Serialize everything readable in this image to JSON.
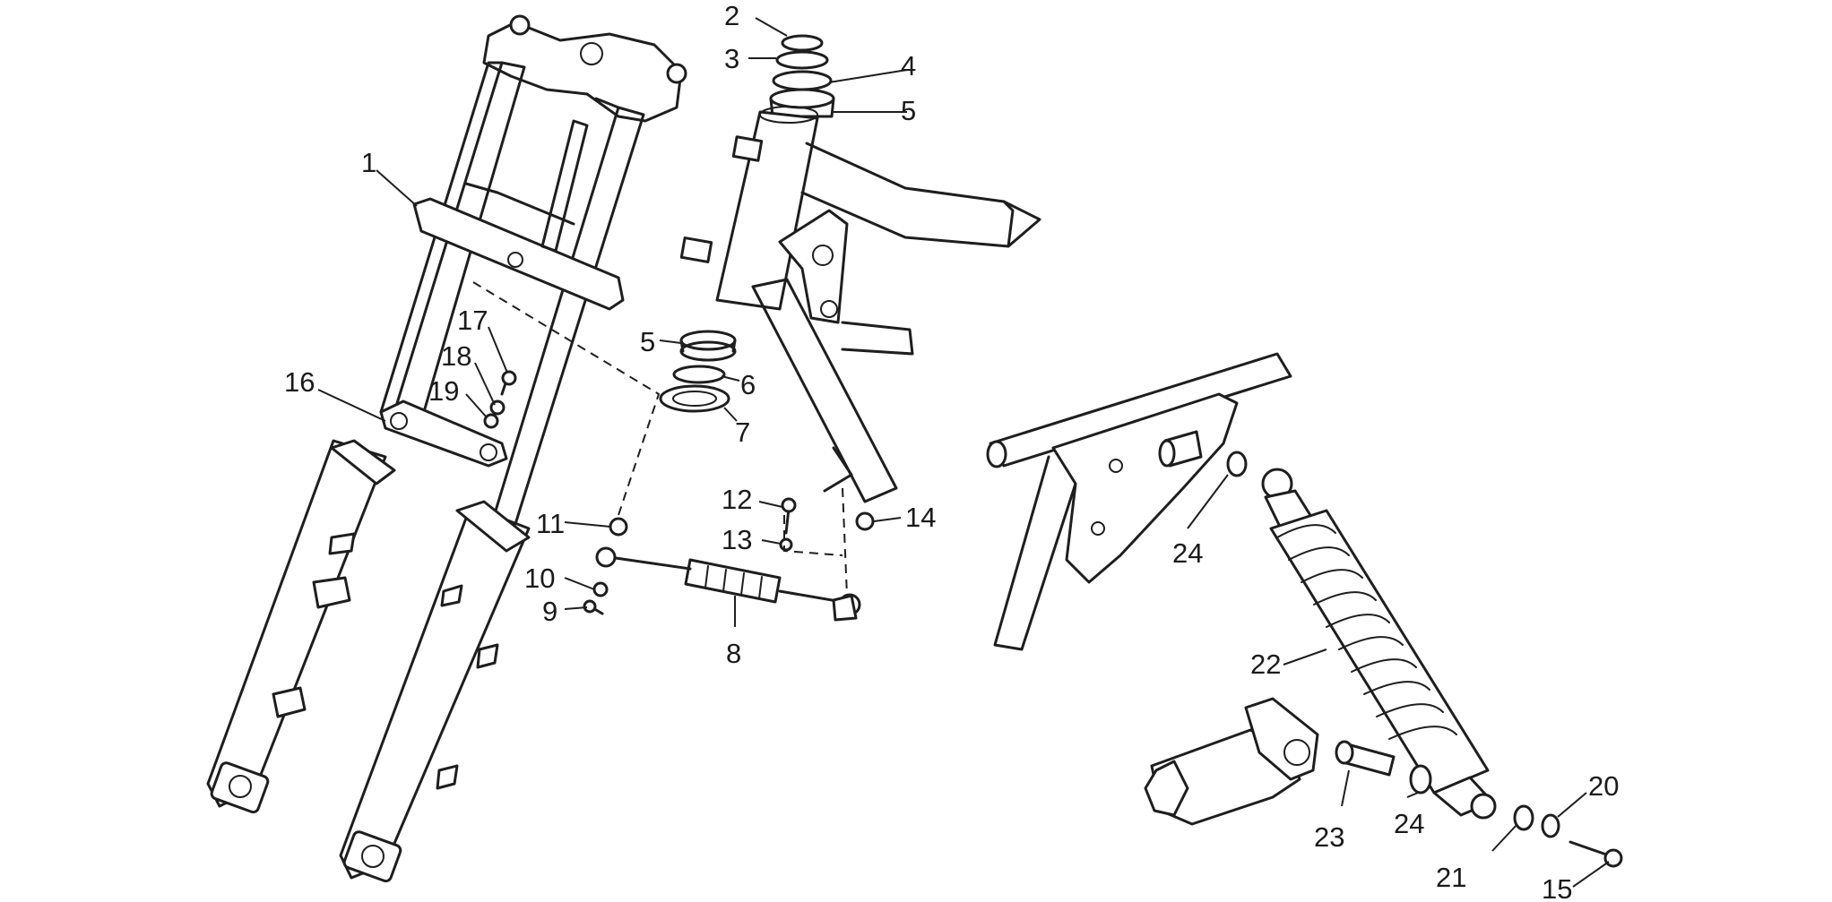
{
  "callouts": [
    {
      "id": "c1",
      "text": "1"
    },
    {
      "id": "c2",
      "text": "2"
    },
    {
      "id": "c3",
      "text": "3"
    },
    {
      "id": "c4",
      "text": "4"
    },
    {
      "id": "c5a",
      "text": "5"
    },
    {
      "id": "c5b",
      "text": "5"
    },
    {
      "id": "c6",
      "text": "6"
    },
    {
      "id": "c7",
      "text": "7"
    },
    {
      "id": "c8",
      "text": "8"
    },
    {
      "id": "c9",
      "text": "9"
    },
    {
      "id": "c10",
      "text": "10"
    },
    {
      "id": "c11",
      "text": "11"
    },
    {
      "id": "c12",
      "text": "12"
    },
    {
      "id": "c13",
      "text": "13"
    },
    {
      "id": "c14",
      "text": "14"
    },
    {
      "id": "c15",
      "text": "15"
    },
    {
      "id": "c16",
      "text": "16"
    },
    {
      "id": "c17",
      "text": "17"
    },
    {
      "id": "c18",
      "text": "18"
    },
    {
      "id": "c19",
      "text": "19"
    },
    {
      "id": "c20",
      "text": "20"
    },
    {
      "id": "c21",
      "text": "21"
    },
    {
      "id": "c22",
      "text": "22"
    },
    {
      "id": "c23",
      "text": "23"
    },
    {
      "id": "c24a",
      "text": "24"
    },
    {
      "id": "c24b",
      "text": "24"
    }
  ],
  "colors": {
    "line": "#1e1e1e",
    "background": "#ffffff"
  }
}
